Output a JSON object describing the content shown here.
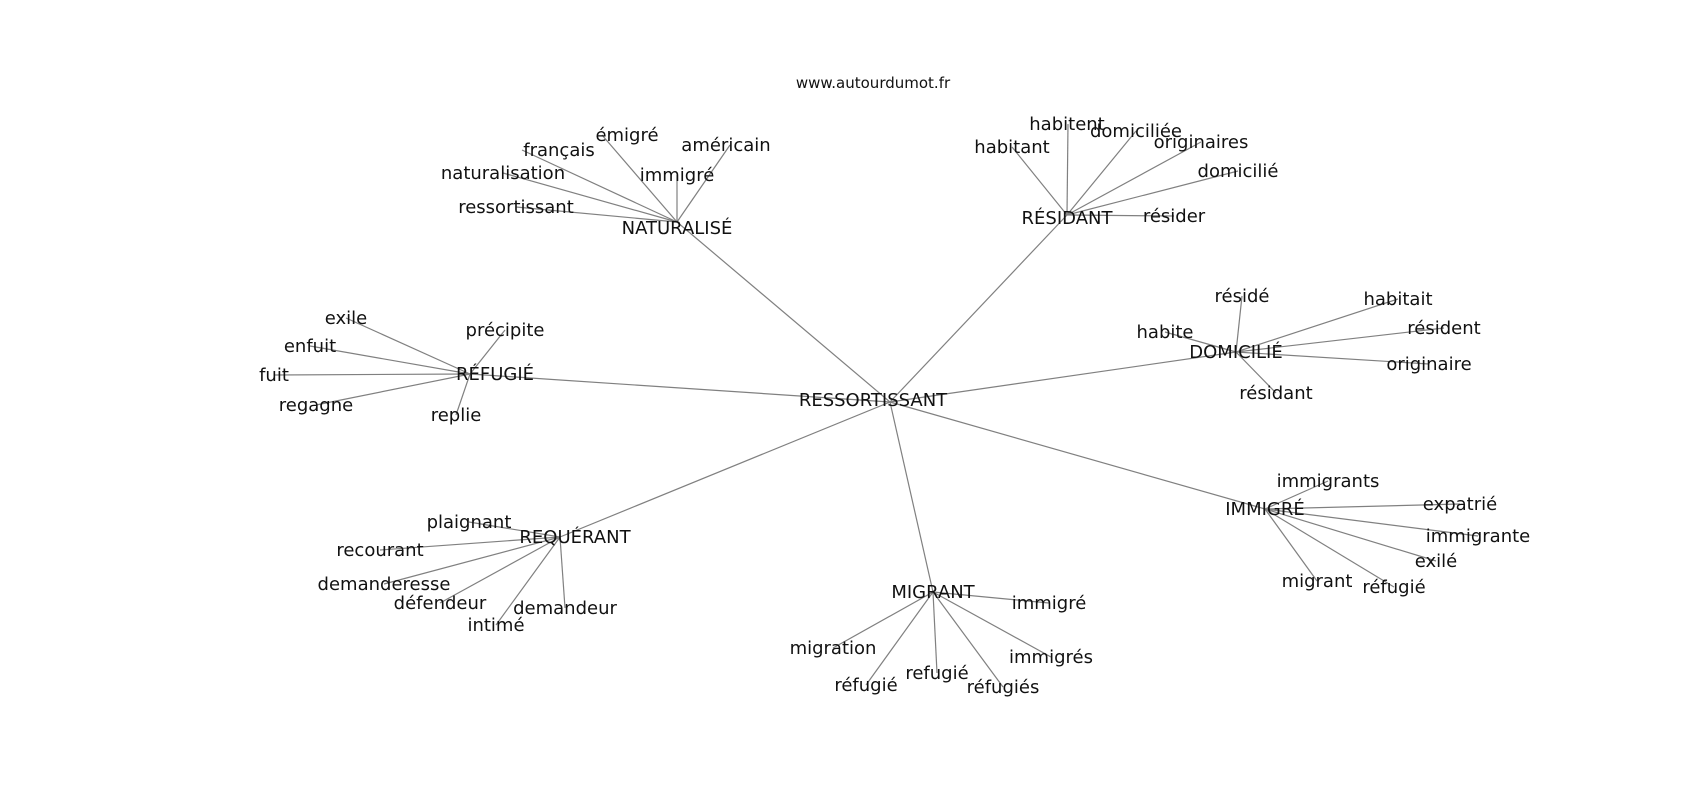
{
  "site": "www.autourdumot.fr",
  "colors": {
    "edge": "#808080",
    "text": "#111111",
    "background": "#ffffff"
  },
  "center": "RESSORTISSANT",
  "clusters": [
    {
      "hub": "NATURALISÉ",
      "leaves": [
        "français",
        "émigré",
        "américain",
        "immigré",
        "naturalisation",
        "ressortissant"
      ]
    },
    {
      "hub": "RÉSIDANT",
      "leaves": [
        "habitent",
        "habitant",
        "domiciliée",
        "originaires",
        "domicilié",
        "résider"
      ]
    },
    {
      "hub": "DOMICILIÉ",
      "leaves": [
        "résidé",
        "habitait",
        "habite",
        "résident",
        "originaire",
        "résidant"
      ]
    },
    {
      "hub": "RÉFUGIÉ",
      "leaves": [
        "exile",
        "précipite",
        "enfuit",
        "fuit",
        "regagne",
        "replie"
      ]
    },
    {
      "hub": "IMMIGRÉ",
      "leaves": [
        "immigrants",
        "expatrié",
        "immigrante",
        "exilé",
        "migrant",
        "réfugié"
      ]
    },
    {
      "hub": "REQUÉRANT",
      "leaves": [
        "plaignant",
        "recourant",
        "demanderesse",
        "défendeur",
        "demandeur",
        "intimé"
      ]
    },
    {
      "hub": "MIGRANT",
      "leaves": [
        "immigré",
        "migration",
        "réfugié",
        "refugié",
        "immigrés",
        "réfugiés"
      ]
    }
  ]
}
